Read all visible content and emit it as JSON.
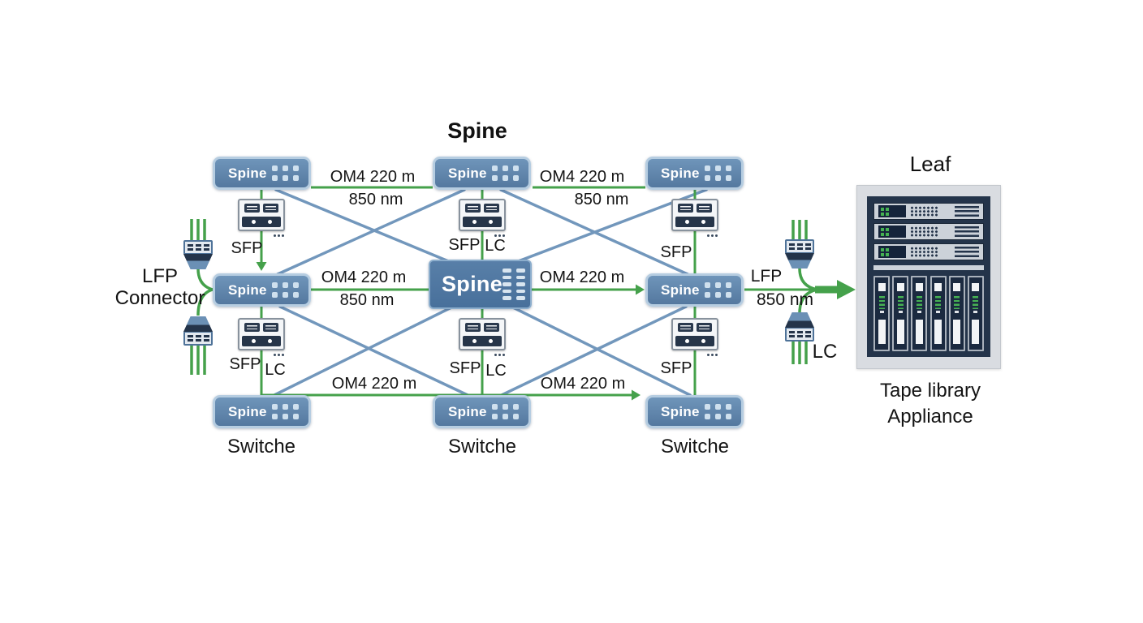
{
  "titles": {
    "spine": "Spine",
    "leaf": "Leaf"
  },
  "nodes": {
    "spine": "Spine",
    "switch": "Switche",
    "lfp_line1": "LFP",
    "lfp_line2": "Connector",
    "tape_line1": "Tape library",
    "tape_line2": "Appliance"
  },
  "labels": {
    "om4": "OM4 220 m",
    "nm": "850 nm",
    "sfp": "SFP",
    "lc": "LC",
    "lfp": "LFP"
  },
  "colors": {
    "fiber_green": "#45a14b",
    "mesh_blue": "#7297bc",
    "box_fill_top": "#6f95ba",
    "box_fill_bottom": "#54789f",
    "box_border": "#b6cde1",
    "appliance_navy": "#24344a"
  }
}
